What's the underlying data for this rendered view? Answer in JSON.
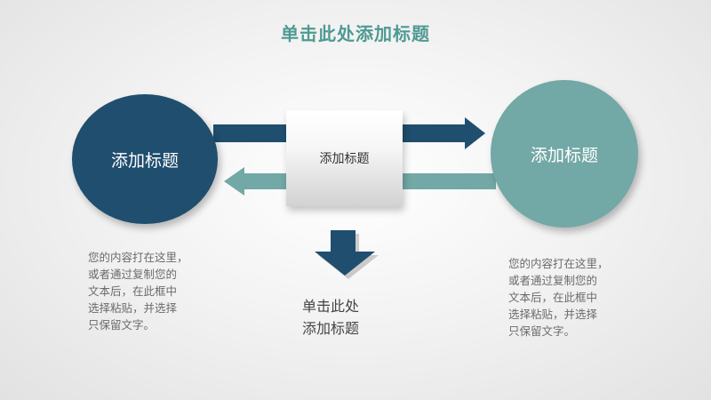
{
  "title": "单击此处添加标题",
  "colors": {
    "title": "#4e9a92",
    "dark_blue": "#1f4e6e",
    "teal": "#72a8a5"
  },
  "left_circle": {
    "label": "添加标题"
  },
  "right_circle": {
    "label": "添加标题"
  },
  "center_box": {
    "label": "添加标题"
  },
  "left_description": "您的内容打在这里，\n或者通过复制您的\n文本后，在此框中\n选择粘贴，并选择\n只保留文字。",
  "right_description": "您的内容打在这里，\n或者通过复制您的\n文本后，在此框中\n选择粘贴，并选择\n只保留文字。",
  "center_subtitle": "单击此处\n添加标题"
}
